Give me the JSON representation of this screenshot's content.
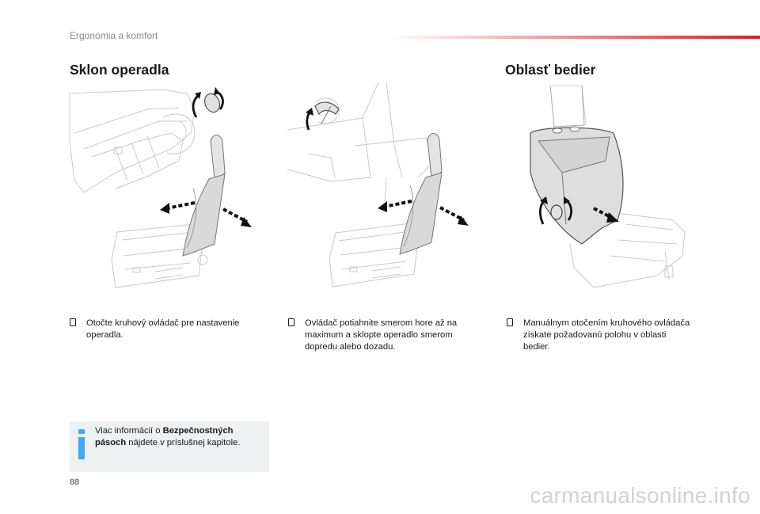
{
  "header": {
    "section": "Ergonómia a komfort"
  },
  "left_section": {
    "title": "Sklon operadla",
    "bullets": [
      {
        "text_lines": [
          "Otočte kruhový ovládač pre nastavenie",
          "operadla."
        ]
      },
      {
        "text_lines": [
          "Ovládač potiahnite smerom hore až na",
          "maximum a sklopte operadlo smerom",
          "dopredu alebo dozadu."
        ]
      }
    ],
    "info": {
      "line1_normal": "Viac informácií o ",
      "line1_bold": "Bezpečnostných",
      "line2_bold": "pásoch",
      "line2_normal": " nájdete v príslušnej kapitole."
    }
  },
  "right_section": {
    "title": "Oblasť bedier",
    "bullets": [
      {
        "text_lines": [
          "Manuálnym otočením kruhového ovládača",
          "získate požadovanú polohu v oblasti",
          "bedier."
        ]
      }
    ]
  },
  "footer": {
    "page_number": "88",
    "watermark": "carmanualsonline.info"
  },
  "colors": {
    "accent_red": "#e2192c",
    "info_blue": "#3fa9f5",
    "info_bg": "#eef1f1"
  }
}
